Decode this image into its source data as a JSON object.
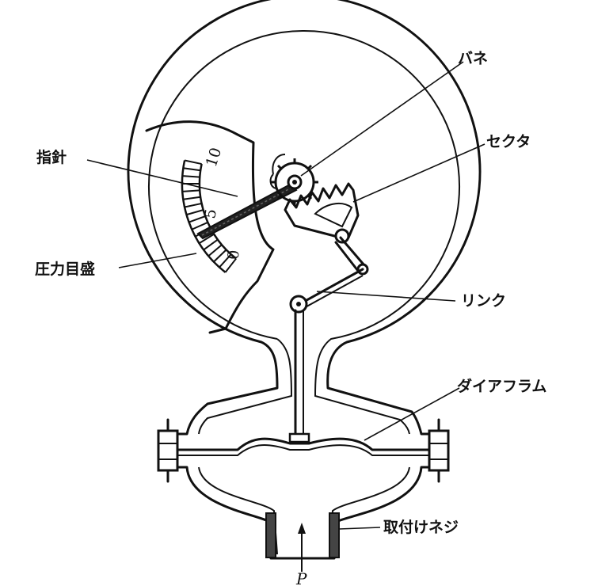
{
  "labels": {
    "spring": "バネ",
    "pointer": "指針",
    "sector": "セクタ",
    "scale": "圧力目盛",
    "link": "リンク",
    "diaphragm": "ダイアフラム",
    "thread": "取付けネジ",
    "pressure": "P"
  },
  "scale_ticks": [
    "0",
    "5",
    "10"
  ]
}
